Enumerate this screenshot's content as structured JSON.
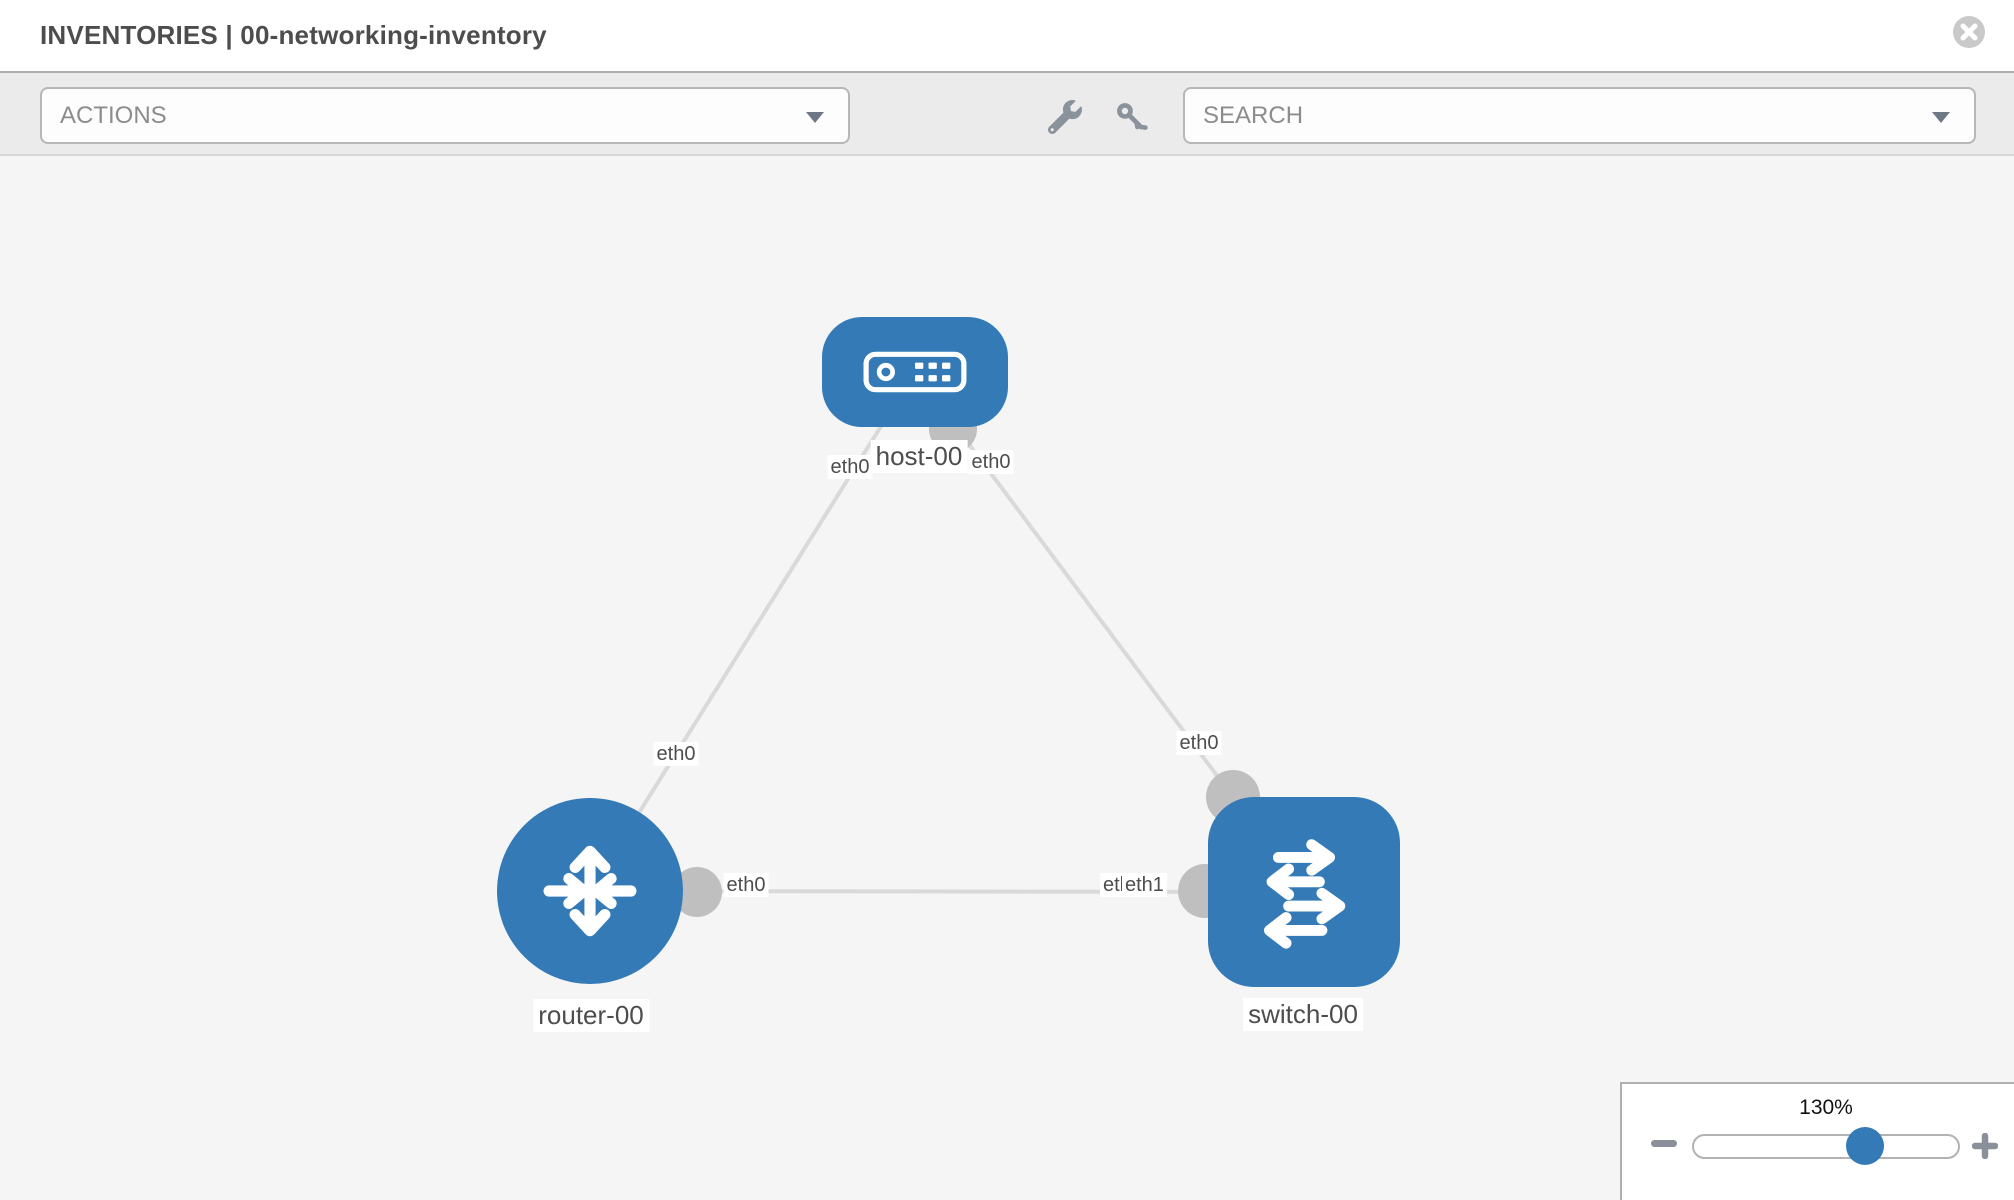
{
  "header": {
    "title": "INVENTORIES | 00-networking-inventory",
    "close_icon": "circle-x"
  },
  "toolbar": {
    "actions": {
      "label": "ACTIONS"
    },
    "search": {
      "placeholder": "SEARCH"
    },
    "icons": {
      "left": "wrench",
      "right": "key"
    }
  },
  "topology": {
    "nodes": [
      {
        "id": "host-00",
        "type": "host",
        "label": "host-00",
        "icon": "host-icon"
      },
      {
        "id": "router-00",
        "type": "router",
        "label": "router-00",
        "icon": "router-icon"
      },
      {
        "id": "switch-00",
        "type": "switch",
        "label": "switch-00",
        "icon": "switch-icon"
      }
    ],
    "links": [
      {
        "source": "host-00",
        "target": "router-00",
        "source_interface": "eth0",
        "target_interface": "eth0"
      },
      {
        "source": "host-00",
        "target": "switch-00",
        "source_interface": "eth0",
        "target_interface": "eth0"
      },
      {
        "source": "router-00",
        "target": "switch-00",
        "source_interface": "eth0",
        "target_interface": "eth1"
      }
    ],
    "interface_labels": {
      "host_to_router_at_host": "eth0",
      "host_to_switch_at_host": "eth0",
      "host_to_router_at_router": "eth0",
      "host_to_switch_at_switch": "eth0",
      "router_to_switch_at_router": "eth0",
      "router_to_switch_at_switch_under": "eth0",
      "router_to_switch_at_switch": "eth1"
    }
  },
  "zoom_control": {
    "level": "130%"
  },
  "colors": {
    "node_blue": "#337ab7",
    "link_gray": "#d9d9d9",
    "endpoint_gray": "#bfbfbf",
    "canvas_bg": "#f5f5f5",
    "toolbar_bg": "#ebebeb",
    "border_gray": "#b7b7b7",
    "label_text": "#4d4d4d",
    "muted_text": "#8c8c8c"
  }
}
